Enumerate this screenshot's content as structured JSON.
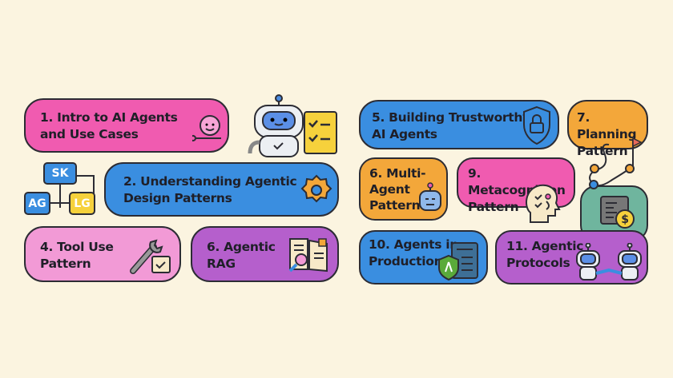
{
  "colors": {
    "background": "#fbf4e0",
    "pink": "#f05bb0",
    "light_pink": "#f29ad6",
    "blue": "#3a8ee0",
    "purple": "#b55fcc",
    "orange": "#f3a73a",
    "teal": "#6fb59e",
    "yellow": "#f6d13c"
  },
  "lessons": {
    "l1": "1. Intro to AI Agents\nand Use Cases",
    "l2": "2. Understanding Agentic\nDesign Patterns",
    "l4": "4. Tool Use\nPattern",
    "l6rag": "6. Agentic\nRAG",
    "l5": "5. Building Trustworthy\nAI Agents",
    "l7": "7. Planning\nPattern",
    "l6multi": "6. Multi-\nAgent\nPattern",
    "l9": "9. Metacognition\nPattern",
    "l10": "10. Agents in\nProduction",
    "l11": "11. Agentic\nProtocols"
  },
  "frameworks": {
    "sk": "SK",
    "ag": "AG",
    "lg": "LG"
  }
}
